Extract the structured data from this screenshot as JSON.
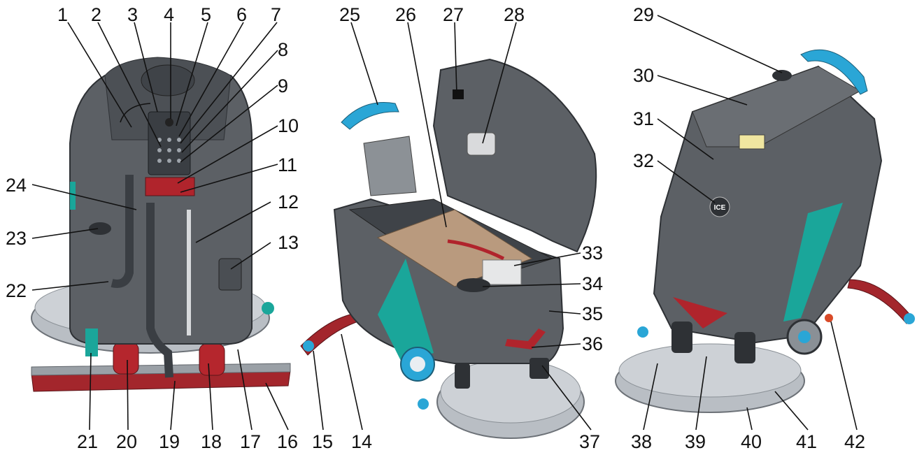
{
  "callouts": {
    "top_left": [
      "1",
      "2",
      "3",
      "4",
      "5",
      "6",
      "7",
      "8",
      "9",
      "10",
      "11"
    ],
    "left_side": [
      "24",
      "23",
      "22"
    ],
    "right_side": [
      "12",
      "13"
    ],
    "bottom_left": [
      "21",
      "20",
      "19",
      "18",
      "17",
      "16"
    ],
    "middle_top": [
      "25",
      "26",
      "27",
      "28"
    ],
    "middle_right": [
      "33",
      "34",
      "35",
      "36"
    ],
    "middle_bottom": [
      "15",
      "14",
      "37"
    ],
    "right_top": [
      "29",
      "30",
      "31",
      "32"
    ],
    "right_bottom": [
      "38",
      "39",
      "40",
      "41",
      "42"
    ]
  },
  "machine_badge": "ICE",
  "colors": {
    "body": "#5c6065",
    "body_dark": "#45494e",
    "accent": "#1aa69a",
    "red": "#b0242c",
    "tan": "#b99a7e",
    "wheel_blue": "#2aa6d6",
    "deck": "#b9bec4"
  }
}
